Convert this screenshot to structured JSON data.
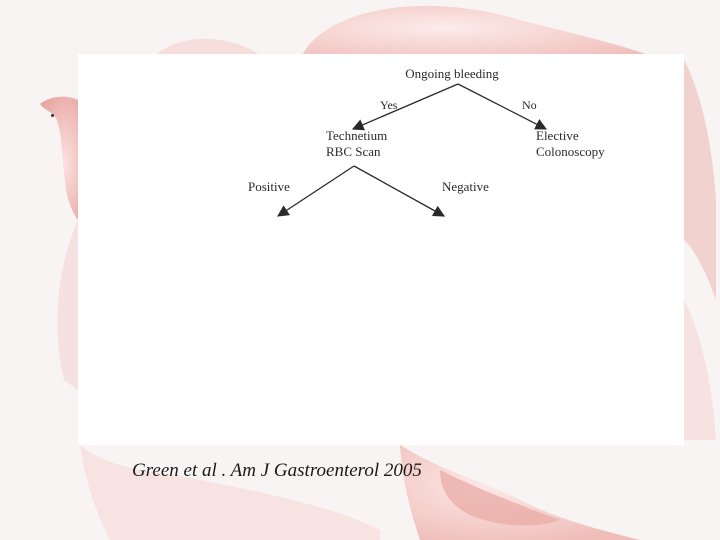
{
  "flowchart": {
    "root": "Ongoing bleeding",
    "edge_yes": "Yes",
    "edge_no": "No",
    "yes_node_line1": "Technetium",
    "yes_node_line2": "RBC Scan",
    "no_node_line1": "Elective",
    "no_node_line2": "Colonoscopy",
    "positive": "Positive",
    "negative": "Negative"
  },
  "citation": "Green et al . Am J Gastroenterol 2005",
  "colors": {
    "panel": "#ffffff",
    "background_art": "#efb9b6",
    "text": "#2a2a2a"
  }
}
